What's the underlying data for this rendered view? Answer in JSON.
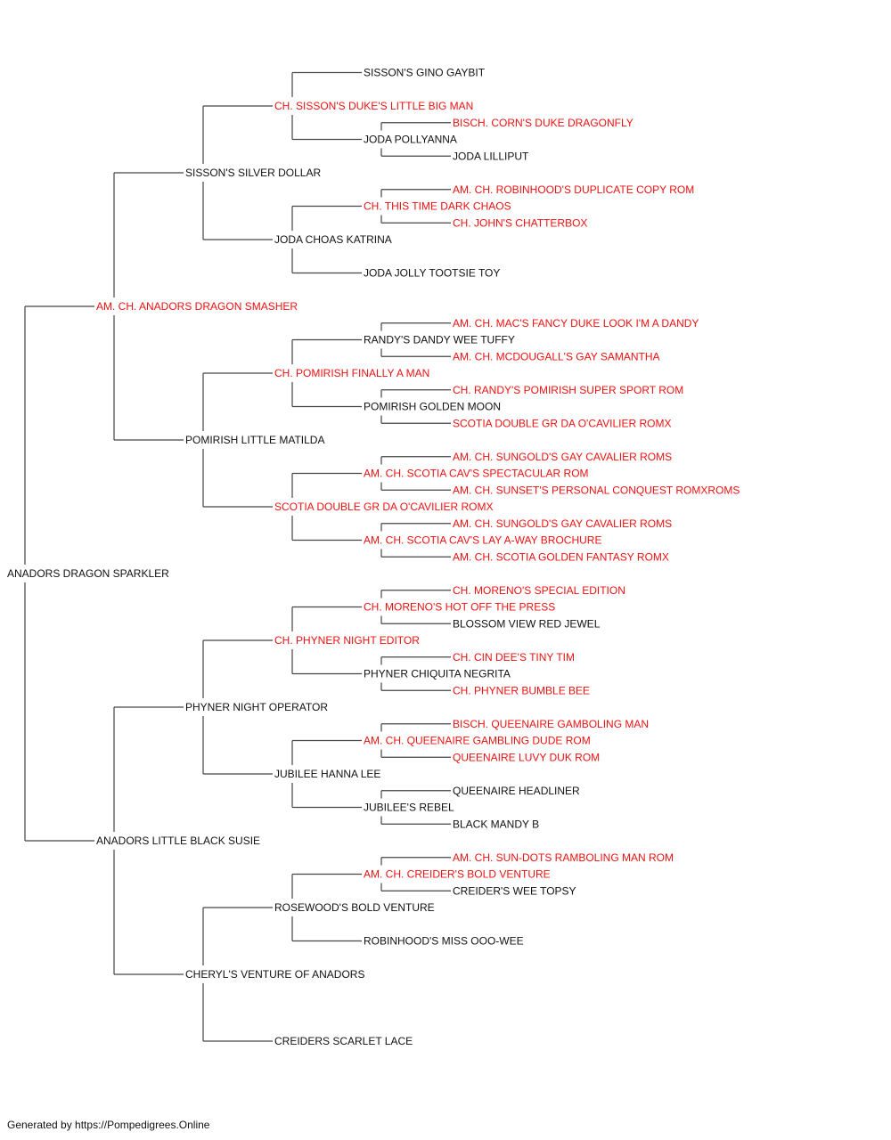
{
  "colors": {
    "champion": "#ee1111",
    "regular": "#111111",
    "line": "#444444"
  },
  "pedigree": {
    "name": "ANADORS DRAGON SPARKLER",
    "champion": false,
    "sire": {
      "name": "AM. CH. ANADORS DRAGON SMASHER",
      "champion": true,
      "sire": {
        "name": "SISSON'S SILVER DOLLAR",
        "champion": false,
        "sire": {
          "name": "CH. SISSON'S DUKE'S LITTLE BIG MAN",
          "champion": true,
          "sire": {
            "name": "SISSON'S GINO GAYBIT",
            "champion": false
          },
          "dam": {
            "name": "JODA POLLYANNA",
            "champion": false,
            "sire": {
              "name": "BISCH. CORN'S DUKE DRAGONFLY",
              "champion": true
            },
            "dam": {
              "name": "JODA LILLIPUT",
              "champion": false
            }
          }
        },
        "dam": {
          "name": "JODA CHOAS KATRINA",
          "champion": false,
          "sire": {
            "name": "CH. THIS TIME DARK CHAOS",
            "champion": true,
            "sire": {
              "name": "AM. CH. ROBINHOOD'S DUPLICATE COPY ROM",
              "champion": true
            },
            "dam": {
              "name": "CH. JOHN'S CHATTERBOX",
              "champion": true
            }
          },
          "dam": {
            "name": "JODA JOLLY TOOTSIE TOY",
            "champion": false
          }
        }
      },
      "dam": {
        "name": "POMIRISH LITTLE MATILDA",
        "champion": false,
        "sire": {
          "name": "CH. POMIRISH FINALLY A MAN",
          "champion": true,
          "sire": {
            "name": "RANDY'S DANDY WEE TUFFY",
            "champion": false,
            "sire": {
              "name": "AM. CH. MAC'S FANCY DUKE LOOK I'M A DANDY",
              "champion": true
            },
            "dam": {
              "name": "AM. CH. MCDOUGALL'S GAY SAMANTHA",
              "champion": true
            }
          },
          "dam": {
            "name": "POMIRISH GOLDEN MOON",
            "champion": false,
            "sire": {
              "name": "CH. RANDY'S POMIRISH SUPER SPORT ROM",
              "champion": true
            },
            "dam": {
              "name": "SCOTIA DOUBLE GR DA O'CAVILIER ROMX",
              "champion": true
            }
          }
        },
        "dam": {
          "name": "SCOTIA DOUBLE GR DA O'CAVILIER ROMX",
          "champion": true,
          "sire": {
            "name": "AM. CH. SCOTIA CAV'S SPECTACULAR ROM",
            "champion": true,
            "sire": {
              "name": "AM. CH. SUNGOLD'S GAY CAVALIER ROMS",
              "champion": true
            },
            "dam": {
              "name": "AM. CH. SUNSET'S PERSONAL CONQUEST ROMXROMS",
              "champion": true
            }
          },
          "dam": {
            "name": "AM. CH. SCOTIA CAV'S LAY A-WAY BROCHURE",
            "champion": true,
            "sire": {
              "name": "AM. CH. SUNGOLD'S GAY CAVALIER ROMS",
              "champion": true
            },
            "dam": {
              "name": "AM. CH. SCOTIA GOLDEN FANTASY ROMX",
              "champion": true
            }
          }
        }
      }
    },
    "dam": {
      "name": "ANADORS LITTLE BLACK SUSIE",
      "champion": false,
      "sire": {
        "name": "PHYNER NIGHT OPERATOR",
        "champion": false,
        "sire": {
          "name": "CH. PHYNER NIGHT EDITOR",
          "champion": true,
          "sire": {
            "name": "CH. MORENO'S HOT OFF THE PRESS",
            "champion": true,
            "sire": {
              "name": "CH. MORENO'S SPECIAL EDITION",
              "champion": true
            },
            "dam": {
              "name": "BLOSSOM VIEW RED JEWEL",
              "champion": false
            }
          },
          "dam": {
            "name": "PHYNER CHIQUITA NEGRITA",
            "champion": false,
            "sire": {
              "name": "CH. CIN DEE'S TINY TIM",
              "champion": true
            },
            "dam": {
              "name": "CH. PHYNER BUMBLE BEE",
              "champion": true
            }
          }
        },
        "dam": {
          "name": "JUBILEE HANNA LEE",
          "champion": false,
          "sire": {
            "name": "AM. CH. QUEENAIRE GAMBLING DUDE ROM",
            "champion": true,
            "sire": {
              "name": "BISCH. QUEENAIRE GAMBOLING MAN",
              "champion": true
            },
            "dam": {
              "name": "QUEENAIRE LUVY DUK ROM",
              "champion": true
            }
          },
          "dam": {
            "name": "JUBILEE'S REBEL",
            "champion": false,
            "sire": {
              "name": "QUEENAIRE HEADLINER",
              "champion": false
            },
            "dam": {
              "name": "BLACK MANDY B",
              "champion": false
            }
          }
        }
      },
      "dam": {
        "name": "CHERYL'S VENTURE OF ANADORS",
        "champion": false,
        "sire": {
          "name": "ROSEWOOD'S BOLD VENTURE",
          "champion": false,
          "sire": {
            "name": "AM. CH. CREIDER'S BOLD VENTURE",
            "champion": true,
            "sire": {
              "name": "AM. CH. SUN-DOTS RAMBOLING MAN ROM",
              "champion": true
            },
            "dam": {
              "name": "CREIDER'S WEE TOPSY",
              "champion": false
            }
          },
          "dam": {
            "name": "ROBINHOOD'S MISS OOO-WEE",
            "champion": false
          }
        },
        "dam": {
          "name": "CREIDERS SCARLET LACE",
          "champion": false
        }
      }
    }
  },
  "footer": {
    "text": "Generated by https://Pompedigrees.Online"
  }
}
